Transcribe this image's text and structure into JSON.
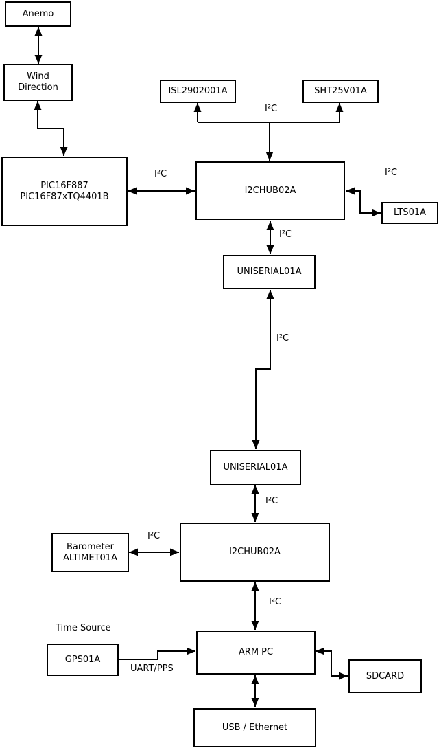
{
  "diagram": {
    "colors": {
      "line": "#000000",
      "background": "#ffffff",
      "box_fill": "#ffffff",
      "text": "#000000"
    },
    "boxes": [
      {
        "id": "anemo",
        "label": "Anemo"
      },
      {
        "id": "wind-direction",
        "label": "Wind\nDirection"
      },
      {
        "id": "pic-controller",
        "label": "PIC16F887\nPIC16F87xTQ4401B"
      },
      {
        "id": "isl-sensor",
        "label": "ISL2902001A"
      },
      {
        "id": "sht-sensor",
        "label": "SHT25V01A"
      },
      {
        "id": "i2c-hub-1",
        "label": "I2CHUB02A"
      },
      {
        "id": "lts-sensor",
        "label": "LTS01A"
      },
      {
        "id": "uniserial-1",
        "label": "UNISERIAL01A"
      },
      {
        "id": "uniserial-2",
        "label": "UNISERIAL01A"
      },
      {
        "id": "barometer",
        "label": "Barometer\nALTIMET01A"
      },
      {
        "id": "i2c-hub-2",
        "label": "I2CHUB02A"
      },
      {
        "id": "gps",
        "label": "GPS01A"
      },
      {
        "id": "arm-pc",
        "label": "ARM PC"
      },
      {
        "id": "sdcard",
        "label": "SDCARD"
      },
      {
        "id": "usb-ethernet",
        "label": "USB / Ethernet"
      }
    ],
    "edge_labels": [
      {
        "id": "i2c-sensor-branch",
        "text": "I²C"
      },
      {
        "id": "i2c-pic-hub1",
        "text": "I²C"
      },
      {
        "id": "i2c-hub1-lts",
        "text": "I²C"
      },
      {
        "id": "i2c-hub1-uniserial1",
        "text": "I²C"
      },
      {
        "id": "i2c-uniserial-link",
        "text": "I²C"
      },
      {
        "id": "i2c-uniserial2-hub2",
        "text": "I²C"
      },
      {
        "id": "i2c-barometer-hub2",
        "text": "I²C"
      },
      {
        "id": "i2c-hub2-armpc",
        "text": "I²C"
      },
      {
        "id": "time-source",
        "text": "Time Source"
      },
      {
        "id": "uart-pps",
        "text": "UART/PPS"
      }
    ]
  }
}
